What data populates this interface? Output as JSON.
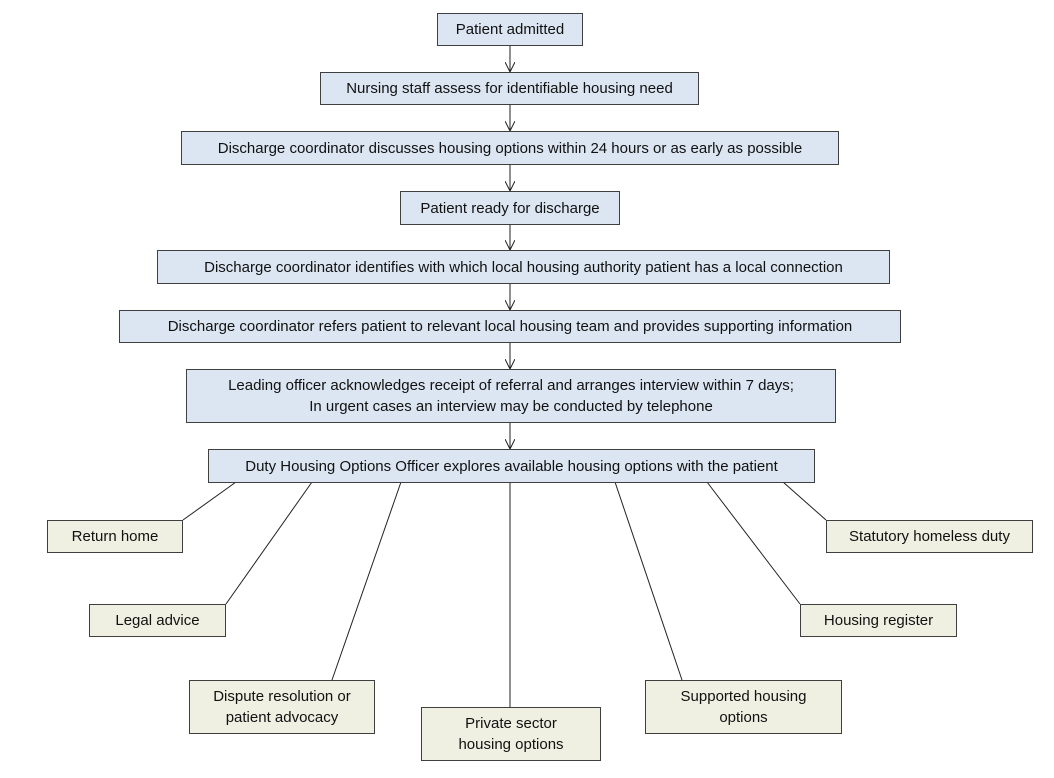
{
  "colors": {
    "step_fill": "#dce6f2",
    "option_fill": "#efefe2",
    "border": "#3f3f3f",
    "connector": "#222222"
  },
  "steps": [
    {
      "label": "Patient admitted"
    },
    {
      "label": "Nursing staff assess for identifiable housing need"
    },
    {
      "label": "Discharge coordinator discusses housing options within 24 hours or as early as possible"
    },
    {
      "label": "Patient ready for discharge"
    },
    {
      "label": "Discharge coordinator identifies with which local housing authority patient has a local connection"
    },
    {
      "label": "Discharge coordinator refers patient to relevant local housing team and provides supporting information"
    },
    {
      "label_line1": "Leading officer acknowledges receipt of referral and arranges interview within 7 days;",
      "label_line2": "In urgent cases an interview may be conducted by telephone"
    },
    {
      "label": "Duty Housing Options Officer explores available housing options with the patient"
    }
  ],
  "options": [
    {
      "label": "Return home"
    },
    {
      "label": "Legal advice"
    },
    {
      "label_line1": "Dispute resolution or",
      "label_line2": "patient advocacy"
    },
    {
      "label_line1": "Private sector",
      "label_line2": "housing options"
    },
    {
      "label_line1": "Supported housing",
      "label_line2": "options"
    },
    {
      "label": "Housing register"
    },
    {
      "label": "Statutory homeless duty"
    }
  ]
}
